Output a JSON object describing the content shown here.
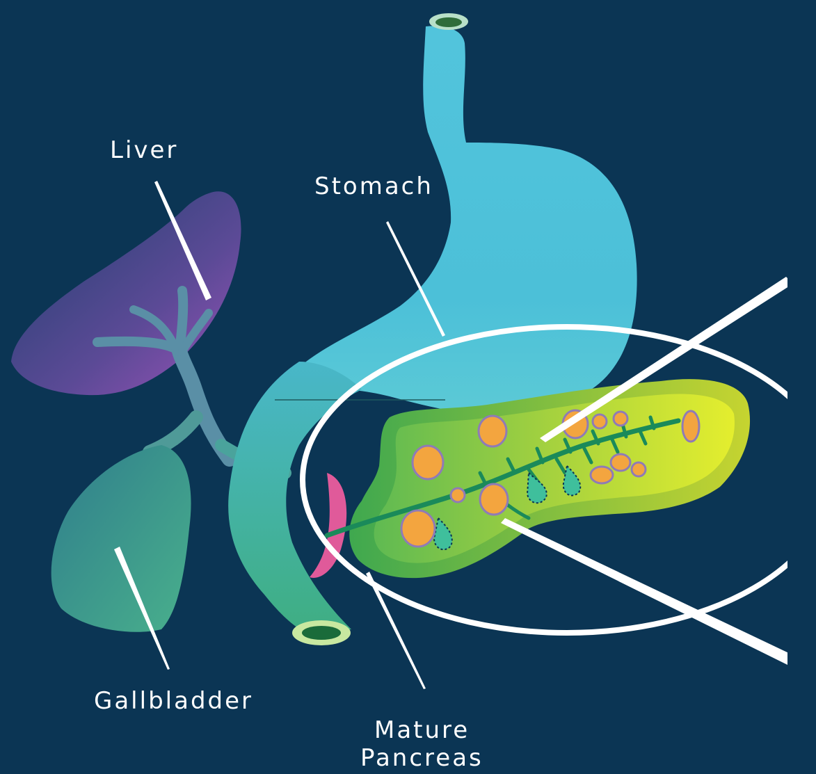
{
  "labels": {
    "liver": "Liver",
    "stomach": "Stomach",
    "gallbladder": "Gallbladder",
    "pancreas_line1": "Mature",
    "pancreas_line2": "Pancreas"
  },
  "colors": {
    "background": "#0b3554",
    "stomach": "#4fc2dc",
    "liver": "#8a4fae",
    "gallbladder": "#3f9f92",
    "pancreas": "#b4d63a",
    "islets": "#f3a53f",
    "duct": "#1b8b5b",
    "annotation": "#ffffff"
  }
}
